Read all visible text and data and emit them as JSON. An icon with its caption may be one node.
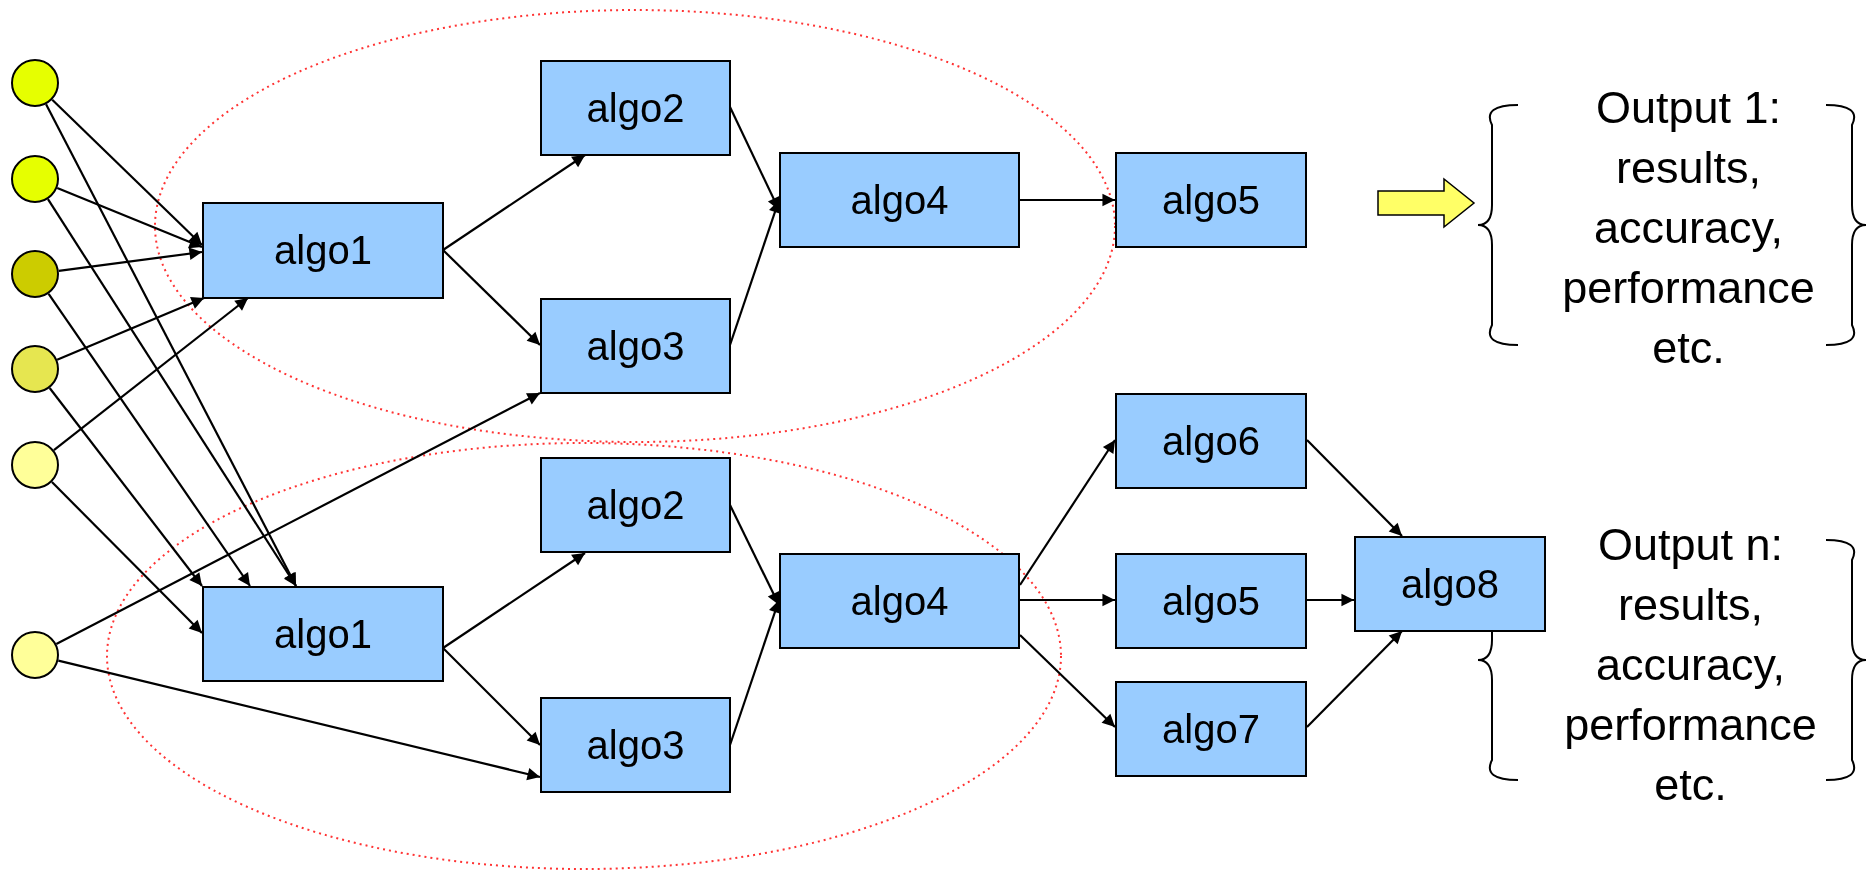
{
  "diagram": {
    "nodes": [
      {
        "text": [],
        "shape": "circle"
      },
      {
        "text": [],
        "shape": "circle"
      },
      {
        "text": [],
        "shape": "circle"
      },
      {
        "text": [],
        "shape": "circle"
      },
      {
        "text": [],
        "shape": "circle"
      },
      {
        "text": [],
        "shape": "circle"
      },
      {
        "text": [
          "algo1"
        ]
      },
      {
        "text": [
          "algo2"
        ]
      },
      {
        "text": [
          "algo3"
        ]
      },
      {
        "text": [
          "algo4"
        ]
      },
      {
        "text": [
          "algo5"
        ]
      },
      {
        "text": [
          "Output 1: results, accuracy, performance etc."
        ]
      },
      {
        "text": [
          "algo1"
        ]
      },
      {
        "text": [
          "algo2"
        ]
      },
      {
        "text": [
          "algo3"
        ]
      },
      {
        "text": [
          "algo4"
        ]
      },
      {
        "text": [
          "algo6"
        ]
      },
      {
        "text": [
          "algo5"
        ]
      },
      {
        "text": [
          "algo7"
        ]
      },
      {
        "text": [
          "algo8"
        ]
      },
      {
        "text": [
          "Output n: results, accuracy, performance etc."
        ]
      }
    ],
    "edges": [
      {
        "from": 0,
        "to": 6,
        "arrow": "to"
      },
      {
        "from": 0,
        "to": 12,
        "arrow": "to"
      },
      {
        "from": 1,
        "to": 6,
        "arrow": "to"
      },
      {
        "from": 1,
        "to": 12,
        "arrow": "to"
      },
      {
        "from": 2,
        "to": 6,
        "arrow": "to"
      },
      {
        "from": 2,
        "to": 12,
        "arrow": "to"
      },
      {
        "from": 3,
        "to": 6,
        "arrow": "to"
      },
      {
        "from": 3,
        "to": 12,
        "arrow": "to"
      },
      {
        "from": 4,
        "to": 6,
        "arrow": "to"
      },
      {
        "from": 4,
        "to": 12,
        "arrow": "to"
      },
      {
        "from": 5,
        "to": 8,
        "arrow": "to"
      },
      {
        "from": 5,
        "to": 14,
        "arrow": "to"
      },
      {
        "from": 6,
        "to": 7,
        "arrow": "to"
      },
      {
        "from": 6,
        "to": 8,
        "arrow": "to"
      },
      {
        "from": 7,
        "to": 9,
        "arrow": "to"
      },
      {
        "from": 8,
        "to": 9,
        "arrow": "to"
      },
      {
        "from": 9,
        "to": 10,
        "arrow": "to"
      },
      {
        "from": 12,
        "to": 13,
        "arrow": "to"
      },
      {
        "from": 12,
        "to": 14,
        "arrow": "to"
      },
      {
        "from": 13,
        "to": 15,
        "arrow": "to"
      },
      {
        "from": 14,
        "to": 15,
        "arrow": "to"
      },
      {
        "from": 15,
        "to": 16,
        "arrow": "to"
      },
      {
        "from": 15,
        "to": 17,
        "arrow": "to"
      },
      {
        "from": 15,
        "to": 18,
        "arrow": "to"
      },
      {
        "from": 16,
        "to": 19,
        "arrow": "to"
      },
      {
        "from": 17,
        "to": 19,
        "arrow": "to"
      },
      {
        "from": 18,
        "to": 19,
        "arrow": "to"
      },
      {
        "from": 10,
        "to": 11,
        "arrow": "to",
        "style": "thick",
        "color": "#ffff66"
      }
    ]
  }
}
